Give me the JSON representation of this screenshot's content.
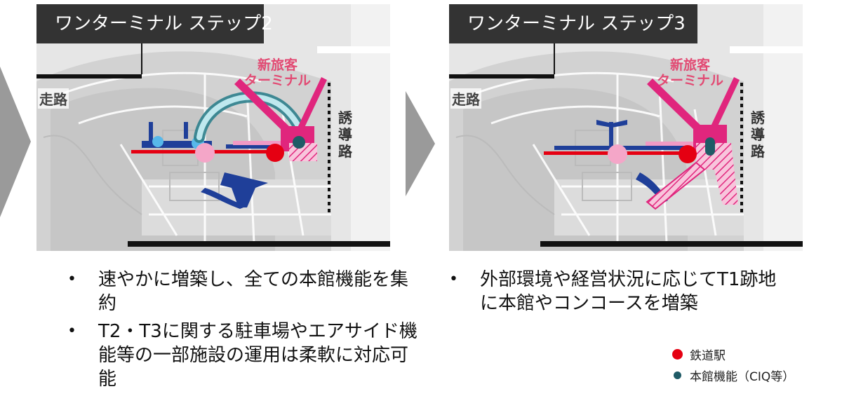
{
  "panels": {
    "left": {
      "title": "ワンターミナル ステップ2",
      "runway_label": "走路",
      "new_terminal_label": "新旅客\nターミナル",
      "taxiway_label": "誘\n導\n路"
    },
    "right": {
      "title": "ワンターミナル ステップ3",
      "runway_label": "走路",
      "new_terminal_label": "新旅客\nターミナル",
      "taxiway_label": "誘\n導\n路"
    }
  },
  "bullets_left": [
    "速やかに増築し、全ての本館機能を集約",
    "T2・T3に関する駐車場やエアサイド機能等の一部施設の運用は柔軟に対応可能"
  ],
  "bullets_right": [
    "外部環境や経営状況に応じてT1跡地に本館やコンコースを増築"
  ],
  "bullet_marker": "•",
  "legend": {
    "station": "鉄道駅",
    "main_building": "本館機能（CIQ等）"
  },
  "colors": {
    "title_bg": "#333333",
    "terminal_pink": "#e0267d",
    "station_red": "#e50012",
    "ciq_teal": "#1f5b66",
    "existing_blue": "#1f3f99",
    "arrow_gray": "#9a9a9a"
  }
}
